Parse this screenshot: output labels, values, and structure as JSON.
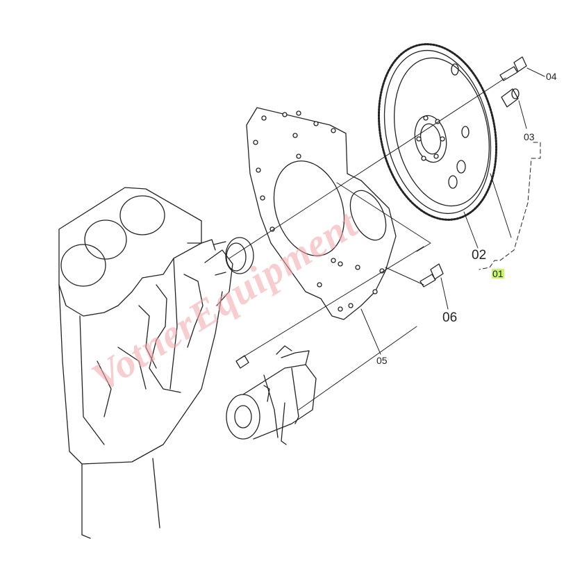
{
  "diagram": {
    "callouts": [
      {
        "id": "p04",
        "label": "04"
      },
      {
        "id": "p03",
        "label": "03"
      },
      {
        "id": "p02",
        "label": "02"
      },
      {
        "id": "p01",
        "label": "01",
        "highlight": "#c8f56a"
      },
      {
        "id": "p06",
        "label": "06"
      },
      {
        "id": "p05",
        "label": "05"
      }
    ],
    "watermark": "VotnerEquipment",
    "colors": {
      "line": "#222222",
      "watermark": "#f2a6a8",
      "highlight": "#c8f56a"
    }
  }
}
